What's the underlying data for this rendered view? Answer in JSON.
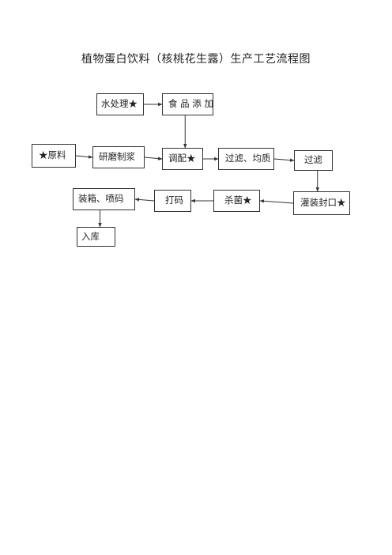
{
  "title": "植物蛋白饮料（核桃花生露）生产工艺流程图",
  "steps": {
    "water": "水处理★",
    "additive": "食 品 添 加",
    "raw": "★原料",
    "grind": "研磨制浆",
    "blend": "调配★",
    "homogenize": "过滤、均质",
    "filter": "过滤",
    "fill": "灌装封口★",
    "sterilize": "杀菌★",
    "code": "打码",
    "pack": "装箱、喷码",
    "store": "入库"
  },
  "flow": [
    [
      "water",
      "additive"
    ],
    [
      "additive",
      "blend"
    ],
    [
      "raw",
      "grind"
    ],
    [
      "grind",
      "blend"
    ],
    [
      "blend",
      "homogenize"
    ],
    [
      "homogenize",
      "filter"
    ],
    [
      "filter",
      "fill"
    ],
    [
      "fill",
      "sterilize"
    ],
    [
      "sterilize",
      "code"
    ],
    [
      "code",
      "pack"
    ],
    [
      "pack",
      "store"
    ]
  ],
  "colors": {
    "line": "#333333",
    "text": "#222222"
  }
}
